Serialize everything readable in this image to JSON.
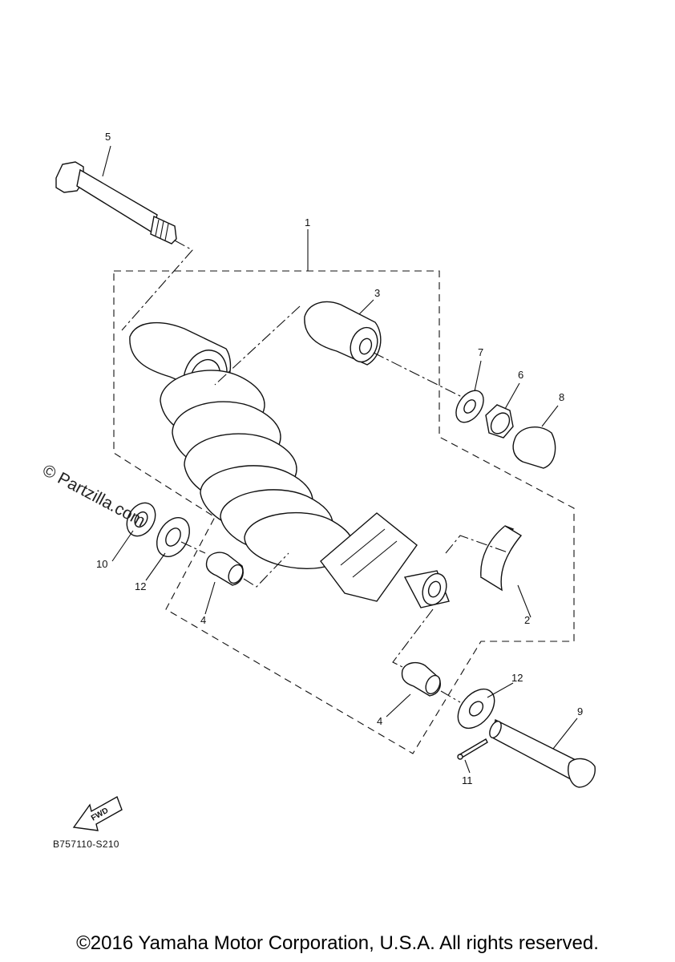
{
  "watermark": "© Partzilla.com",
  "diagram_code": "B757110-S210",
  "copyright": "©2016 Yamaha Motor Corporation, U.S.A. All rights reserved.",
  "fwd_label": "FWD",
  "callouts": {
    "c1": "1",
    "c2": "2",
    "c3": "3",
    "c4a": "4",
    "c4b": "4",
    "c5": "5",
    "c6": "6",
    "c7": "7",
    "c8": "8",
    "c9": "9",
    "c10": "10",
    "c11": "11",
    "c12a": "12",
    "c12b": "12"
  }
}
